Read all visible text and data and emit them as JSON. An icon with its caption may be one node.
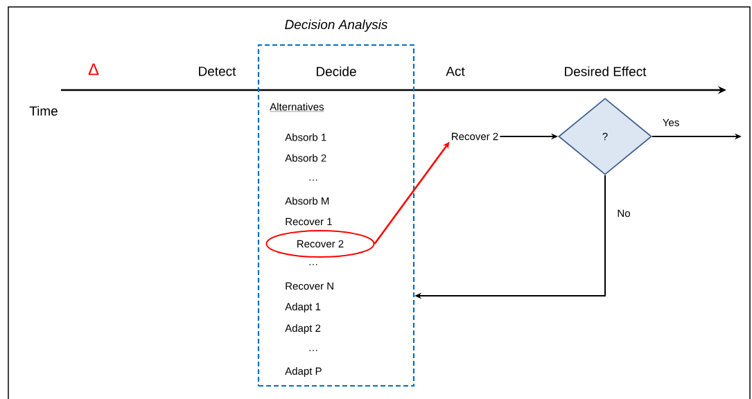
{
  "diagram": {
    "nodes": [
      {
        "text": [
          "Decision Analysis",
          "Decide"
        ]
      },
      {
        "text": [
          "Recover 2"
        ],
        "in": 0
      },
      {
        "text": [
          "Recover 2"
        ]
      },
      {
        "text": [
          "?"
        ]
      }
    ],
    "edges": [
      {
        "from": 1,
        "to": 2,
        "arrow": "to",
        "color": "#ff0000"
      },
      {
        "from": 2,
        "to": 3,
        "arrow": "to"
      },
      {
        "from": 3,
        "to": null,
        "arrow": "to",
        "label": "Yes"
      },
      {
        "from": 3,
        "to": 0,
        "arrow": "to",
        "label": "No"
      }
    ],
    "labels": [
      "Δ",
      "Detect",
      "Act",
      "Desired Effect",
      "Time",
      "Alternatives",
      "Absorb 1",
      "Absorb 2",
      "…",
      "Absorb M",
      "Recover 1",
      "…",
      "Recover N",
      "Adapt 1",
      "Adapt 2",
      "…",
      "Adapt P"
    ]
  }
}
